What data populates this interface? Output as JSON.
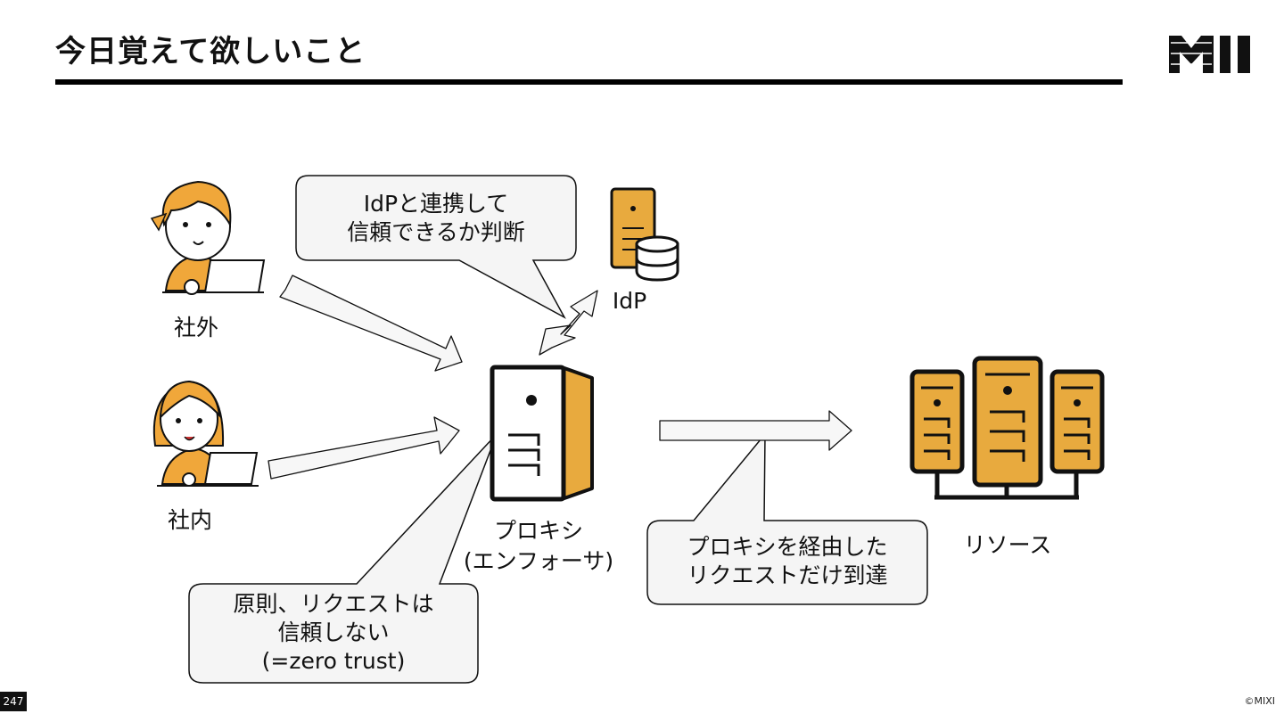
{
  "slide": {
    "title": "今日覚えて欲しいこと",
    "page_number": "247",
    "copyright": "©MIXI"
  },
  "nodes": {
    "outside": "社外",
    "inside": "社内",
    "idp": "IdP",
    "proxy_line1": "プロキシ",
    "proxy_line2": "(エンフォーサ)",
    "resource": "リソース"
  },
  "callouts": {
    "idp_check": [
      "IdPと連携して",
      "信頼できるか判断"
    ],
    "zero_trust": [
      "原則、リクエストは",
      "信頼しない",
      "(=zero trust)"
    ],
    "reach": [
      "プロキシを経由した",
      "リクエストだけ到達"
    ]
  },
  "colors": {
    "server_fill": "#e8aa3e",
    "hair": "#f0a73a",
    "outline": "#111111",
    "bubble_fill": "#f5f5f5",
    "arrow_fill": "#f7f7f7"
  },
  "icons": {
    "logo": "mixi-logo-icon",
    "person_outside": "person-with-laptop-icon",
    "person_inside": "person-with-laptop-icon",
    "idp_server": "server-with-database-icon",
    "proxy_server": "server-tower-icon",
    "resource_servers": "server-cluster-icon"
  }
}
